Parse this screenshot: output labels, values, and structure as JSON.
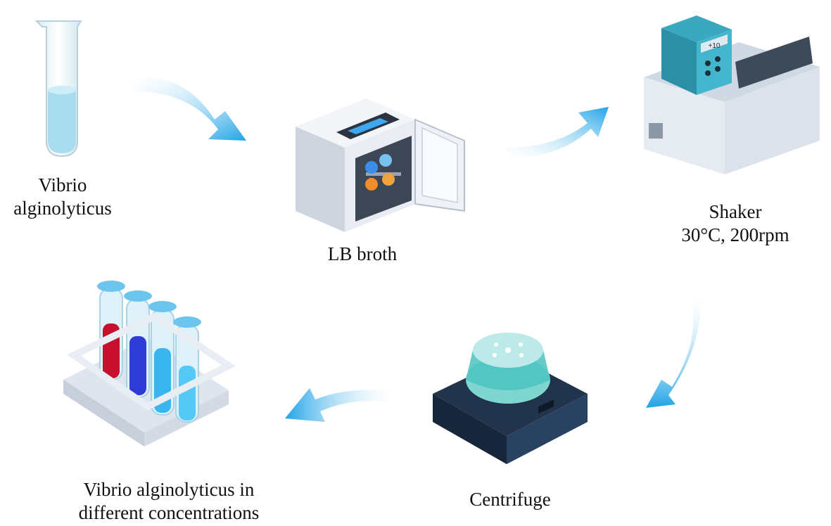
{
  "steps": {
    "vibrio": {
      "line1": "Vibrio",
      "line2": "alginolyticus",
      "icon": "test-tube-icon"
    },
    "lb_broth": {
      "label": "LB broth",
      "icon": "incubator-icon"
    },
    "shaker": {
      "line1": "Shaker",
      "line2": "30°C, 200rpm",
      "icon": "shaker-water-bath-icon",
      "display": "+10"
    },
    "centrifuge": {
      "label": "Centrifuge",
      "icon": "centrifuge-icon"
    },
    "final": {
      "line1": "Vibrio alginolyticus in",
      "line2": "different concentrations",
      "icon": "test-tube-rack-icon"
    }
  },
  "colors": {
    "arrow": "#29a9e8",
    "liquid_light": "#b6e3f3",
    "tube_red": "#c8102e",
    "tube_blue": "#2e3bd6",
    "tube_cyan": "#38b6f0",
    "device_grey": "#e8ecf2",
    "device_dark": "#1e3a5a"
  }
}
